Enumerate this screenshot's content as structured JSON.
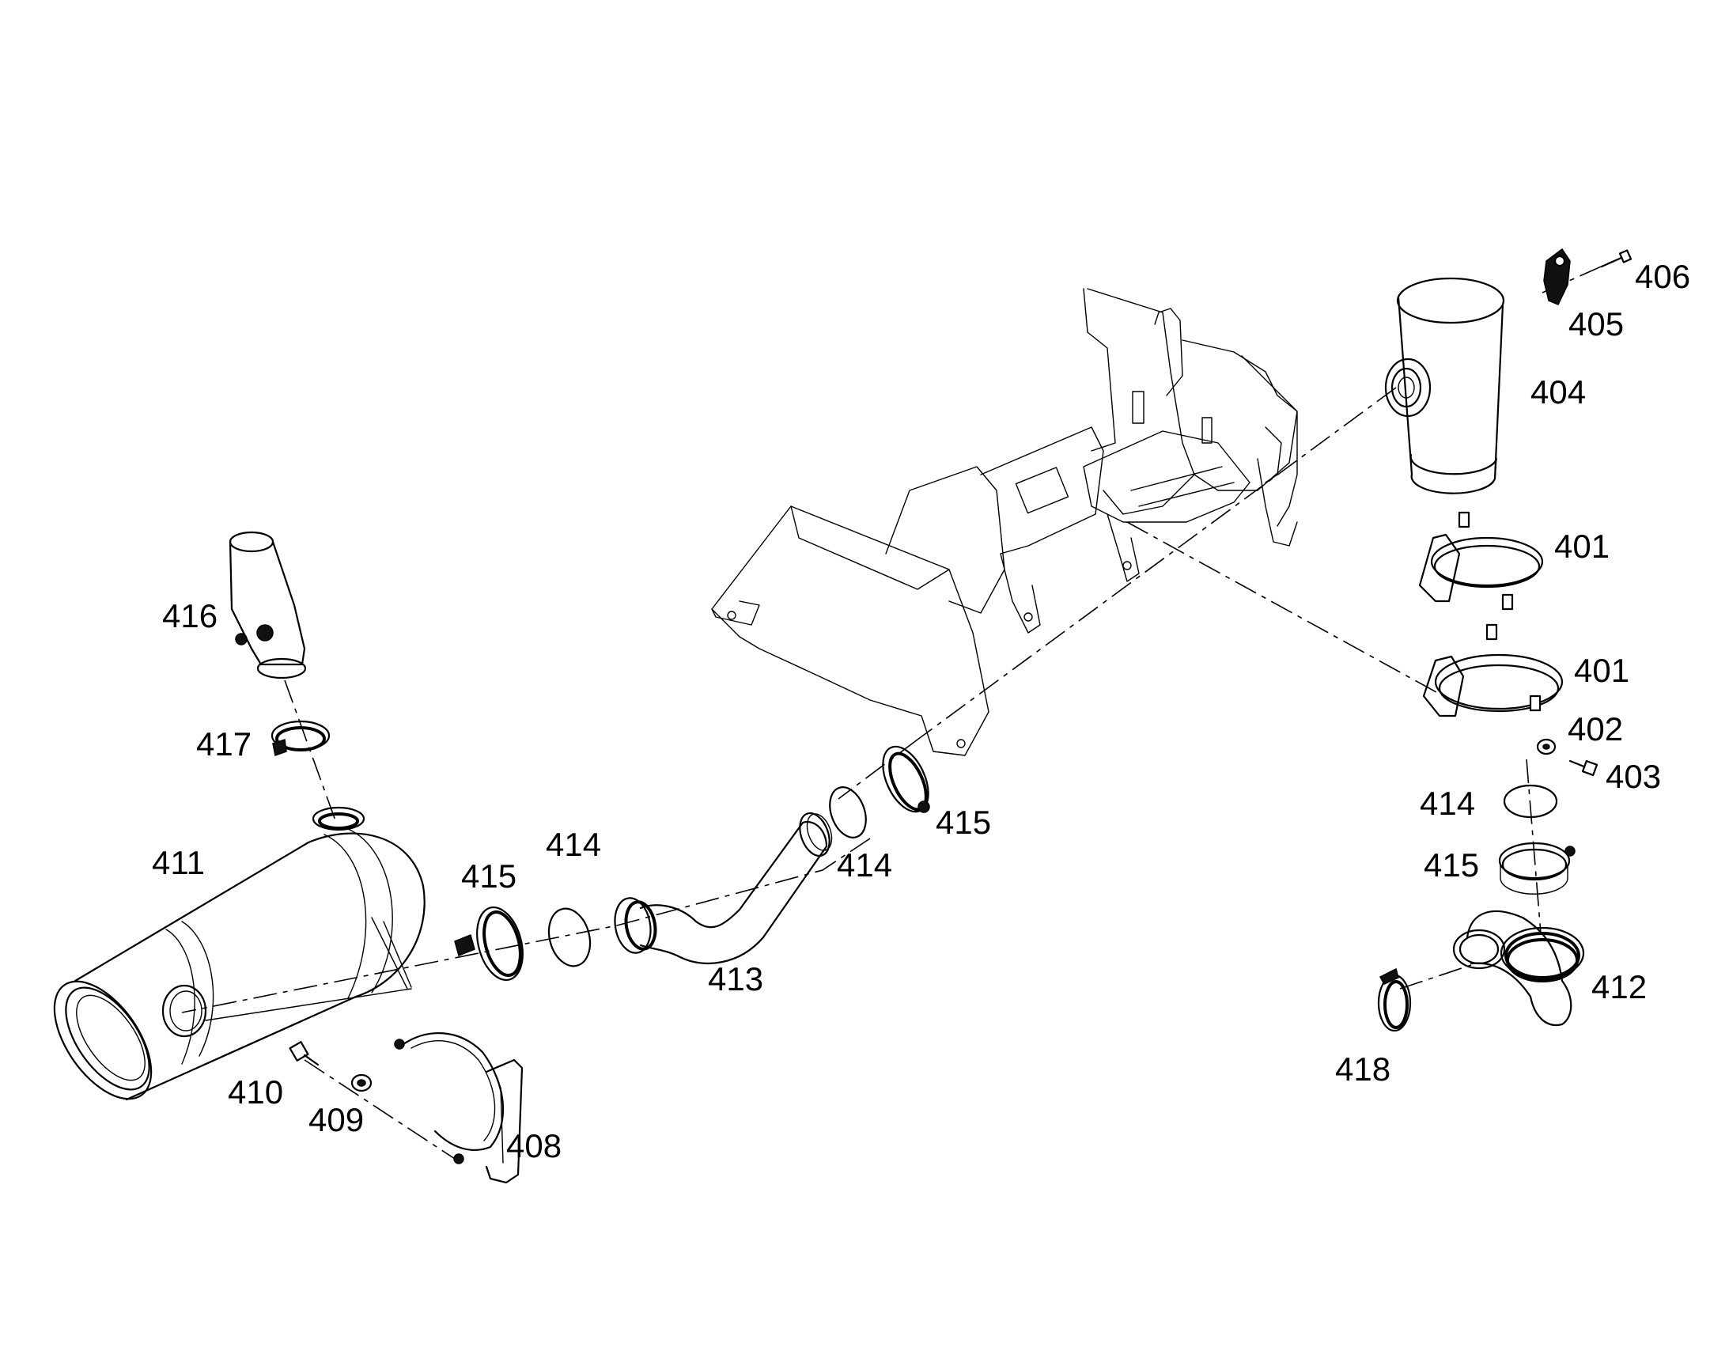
{
  "callouts": [
    {
      "label": "401"
    },
    {
      "label": "401"
    },
    {
      "label": "402"
    },
    {
      "label": "403"
    },
    {
      "label": "404"
    },
    {
      "label": "405"
    },
    {
      "label": "406"
    },
    {
      "label": "408"
    },
    {
      "label": "409"
    },
    {
      "label": "410"
    },
    {
      "label": "411"
    },
    {
      "label": "412"
    },
    {
      "label": "413"
    },
    {
      "label": "414"
    },
    {
      "label": "414"
    },
    {
      "label": "414"
    },
    {
      "label": "415"
    },
    {
      "label": "415"
    },
    {
      "label": "415"
    },
    {
      "label": "416"
    },
    {
      "label": "417"
    },
    {
      "label": "418"
    }
  ]
}
